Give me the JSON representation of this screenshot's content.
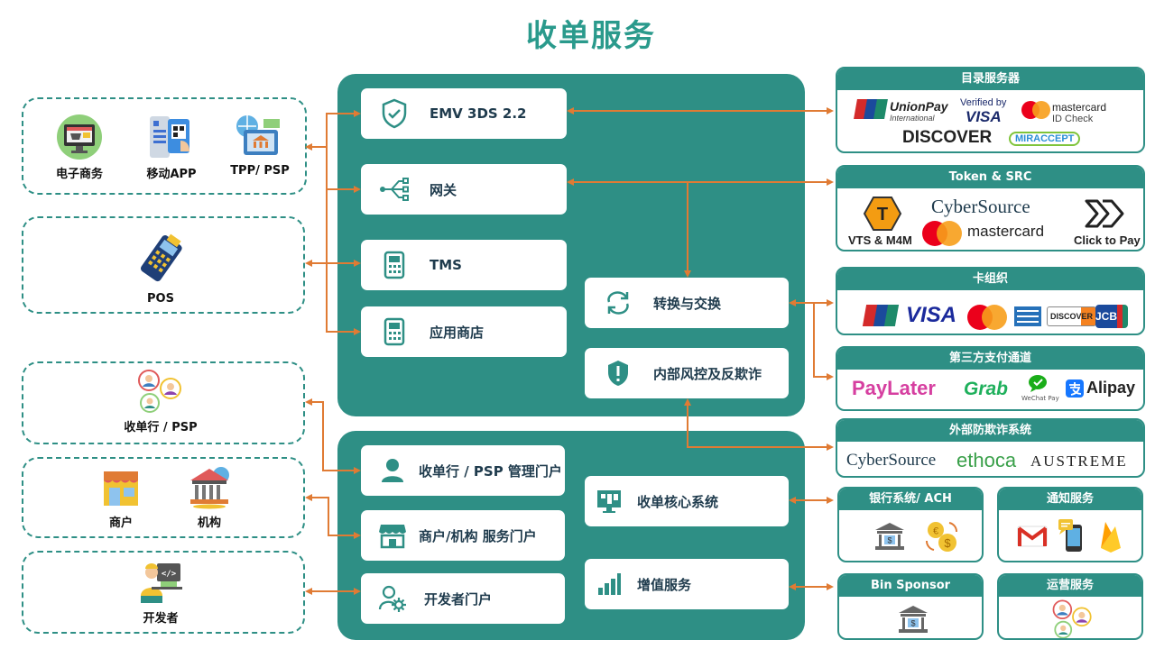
{
  "title": "收单服务",
  "channels": {
    "ecommerce": "电子商务",
    "mobile_app": "移动APP",
    "tpp_psp": "TPP/ PSP",
    "pos": "POS",
    "acquirer_psp": "收单行 / PSP",
    "merchant": "商户",
    "institution": "机构",
    "developer": "开发者"
  },
  "core_top": {
    "emv3ds": "EMV 3DS 2.2",
    "gateway": "网关",
    "tms": "TMS",
    "app_store": "应用商店",
    "switching": "转换与交换",
    "risk": "内部风控及反欺诈"
  },
  "core_bottom": {
    "acq_portal": "收单行 / PSP 管理门户",
    "merchant_portal": "商户/机构 服务门户",
    "dev_portal": "开发者门户",
    "core_system": "收单核心系统",
    "value_added": "增值服务"
  },
  "panels": {
    "directory": {
      "title": "目录服务器",
      "unionpay": "UnionPay",
      "unionpay_sub": "International",
      "verified": "Verified by",
      "visa": "VISA",
      "mc_idcheck": "mastercard",
      "mc_idcheck_sub": "ID Check",
      "discover": "DISCOVER",
      "mir": "MIRACCEPT"
    },
    "token": {
      "title": "Token & SRC",
      "vts": "VTS & M4M",
      "cybersource": "CyberSource",
      "mastercard": "mastercard",
      "click": "Click to Pay"
    },
    "card_org": {
      "title": "卡组织",
      "visa": "VISA",
      "discover": "DISCOVER",
      "jcb": "JCB"
    },
    "third_party": {
      "title": "第三方支付通道",
      "paylater": "PayLater",
      "grab": "Grab",
      "wechat": "WeChat Pay",
      "alipay": "Alipay"
    },
    "ext_fraud": {
      "title": "外部防欺诈系统",
      "cybersource": "CyberSource",
      "ethoca": "ethoca",
      "austreme": "AUSTREME"
    },
    "bank": {
      "title": "银行系统/ ACH"
    },
    "notify": {
      "title": "通知服务"
    },
    "bin": {
      "title": "Bin Sponsor"
    },
    "ops": {
      "title": "运营服务"
    }
  },
  "colors": {
    "teal": "#2e8f85",
    "arrow": "#e07b34",
    "title": "#2a9a8c"
  }
}
